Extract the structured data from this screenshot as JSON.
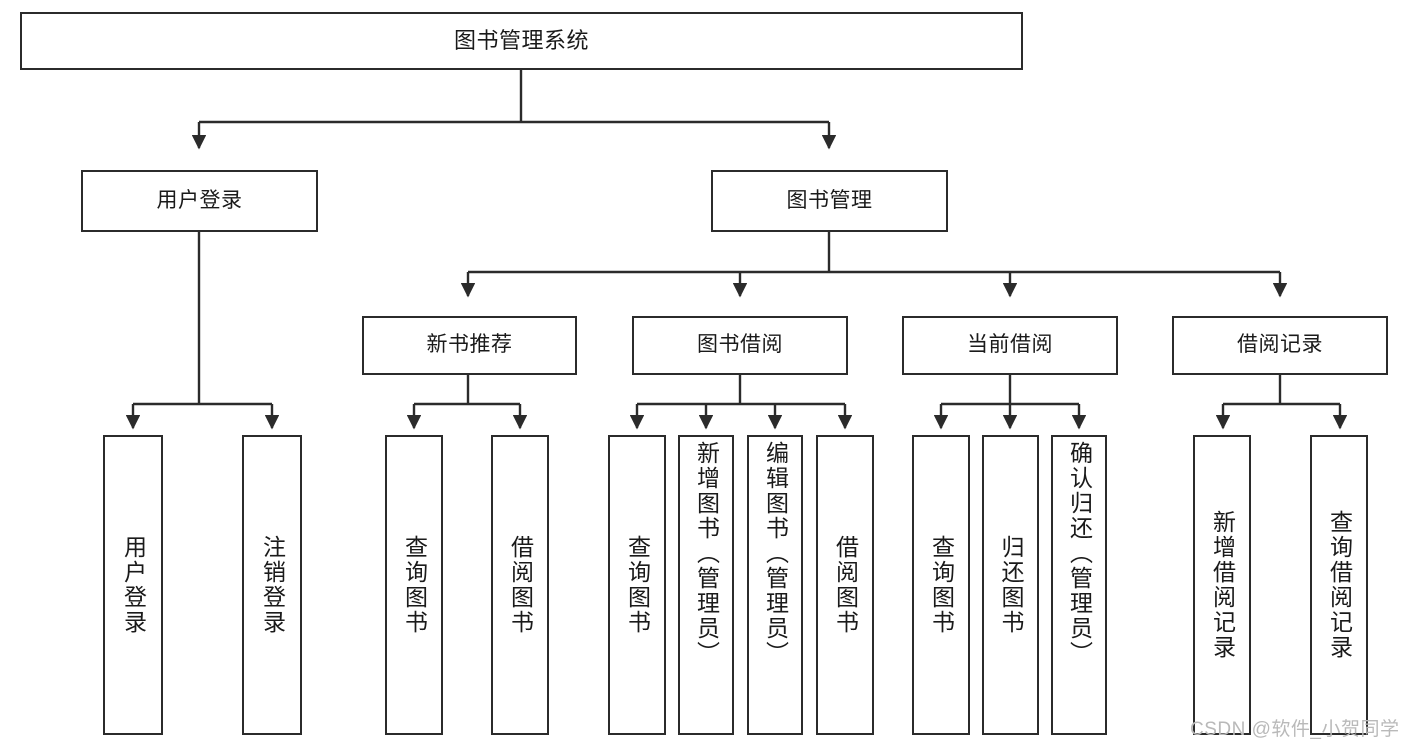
{
  "diagram": {
    "title": "图书管理系统",
    "type": "tree-structure-chart",
    "root": {
      "label": "图书管理系统"
    },
    "level2": [
      {
        "label": "用户登录"
      },
      {
        "label": "图书管理"
      }
    ],
    "level3": [
      {
        "label": "新书推荐"
      },
      {
        "label": "图书借阅"
      },
      {
        "label": "当前借阅"
      },
      {
        "label": "借阅记录"
      }
    ],
    "leaves": {
      "user_login": [
        {
          "label": "用户登录"
        },
        {
          "label": "注销登录"
        }
      ],
      "new_book_recommend": [
        {
          "label": "查询图书"
        },
        {
          "label": "借阅图书"
        }
      ],
      "book_borrow": [
        {
          "label": "查询图书"
        },
        {
          "label": "新增图书（管理员）"
        },
        {
          "label": "编辑图书（管理员）"
        },
        {
          "label": "借阅图书"
        }
      ],
      "current_borrow": [
        {
          "label": "查询图书"
        },
        {
          "label": "归还图书"
        },
        {
          "label": "确认归还（管理员）"
        }
      ],
      "borrow_record": [
        {
          "label": "新增借阅记录"
        },
        {
          "label": "查询借阅记录"
        }
      ]
    }
  },
  "watermark": {
    "text": "CSDN @软件_小贺同学"
  },
  "colors": {
    "box_border": "#2b2b2b",
    "box_fill": "#ffffff",
    "edge": "#2b2b2b",
    "text": "#1a1a1a",
    "watermark": "#b9b9b9"
  }
}
